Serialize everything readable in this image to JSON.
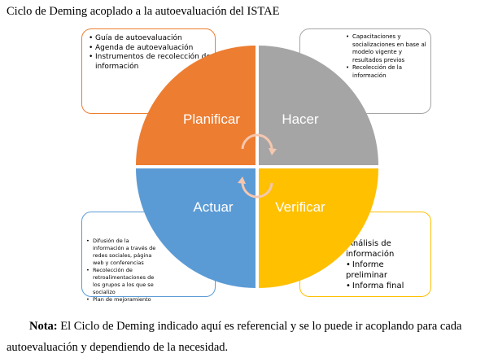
{
  "title": "Ciclo de Deming acoplado a la autoevaluación del ISTAE",
  "quadrants": {
    "plan": "Planificar",
    "do": "Hacer",
    "act": "Actuar",
    "check": "Verificar"
  },
  "colors": {
    "plan": "#ed7d31",
    "do": "#a5a5a5",
    "act": "#5b9bd5",
    "check": "#ffc000"
  },
  "boxes": {
    "plan": [
      "Guía de autoevaluación",
      "Agenda de autoevaluación",
      "Instrumentos de recolección de información"
    ],
    "do": [
      "Capacitaciones y socializaciones en base al modelo vigente y resultados previos",
      "Recolección de la información"
    ],
    "act": [
      "Difusión de la información a través de redes sociales, página web y conferencias",
      "Recolección de retroalimentaciones de los grupos a los que se socializo",
      "Plan de mejoramiento"
    ],
    "check": [
      "Análisis de información",
      "Informe preliminar",
      "Informa final"
    ]
  },
  "note": {
    "label": "Nota:",
    "text": " El Ciclo de Deming indicado aquí es referencial y se lo puede ir acoplando para cada autoevaluación y dependiendo de la necesidad."
  }
}
